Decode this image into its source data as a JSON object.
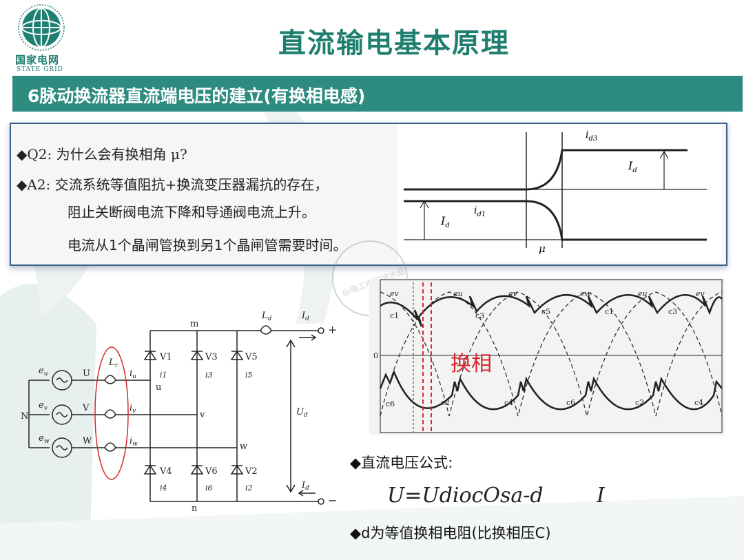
{
  "header": {
    "logo_cn": "国家电网",
    "logo_en": "STATE GRID",
    "title": "直流输电基本原理"
  },
  "subtitle": "6脉动换流器直流端电压的建立(有换相电感)",
  "qa": {
    "q2": "◆Q2: 为什么会有换相角 μ?",
    "a2": "◆A2: 交流系统等值阻抗+换流变压器漏抗的存在，",
    "a2_line2": "阻止关断阀电流下降和导通阀电流上升。",
    "a2_line3": "电流从1个晶闸管换到另1个晶闸管需要时间。"
  },
  "commutation_diagram": {
    "labels": {
      "id3": "i",
      "id3_sub": "d3",
      "id1": "i",
      "id1_sub": "d1",
      "Id_right": "I",
      "Id_right_sub": "d",
      "Id_left": "I",
      "Id_left_sub": "d",
      "mu": "μ"
    }
  },
  "watermark": "@电工电气技术圈",
  "circuit": {
    "labels": {
      "eu": "e",
      "eu_sub": "u",
      "ev": "e",
      "ev_sub": "v",
      "ew": "e",
      "ew_sub": "w",
      "N": "N",
      "U": "U",
      "V": "V",
      "W": "W",
      "Lr": "L",
      "Lr_sub": "r",
      "iu": "i",
      "iu_sub": "u",
      "iv": "i",
      "iv_sub": "v",
      "iw": "i",
      "iw_sub": "w",
      "m": "m",
      "n": "n",
      "u": "u",
      "v": "v",
      "w": "w",
      "V1": "V1",
      "V3": "V3",
      "V5": "V5",
      "V4": "V4",
      "V6": "V6",
      "V2": "V2",
      "i1": "i1",
      "i3": "i3",
      "i5": "i5",
      "i4": "i4",
      "i6": "i6",
      "i2": "i2",
      "Ld": "L",
      "Ld_sub": "d",
      "Id": "I",
      "Id_sub": "d",
      "Ud": "U",
      "Ud_sub": "d",
      "plus": "+",
      "minus": "−"
    }
  },
  "waveform": {
    "top_labels": [
      "ev",
      "eu",
      "ev",
      "ew",
      "eu",
      "ev"
    ],
    "top_commutation": [
      "c1",
      "c3",
      "c5",
      "c1",
      "c3"
    ],
    "bottom_commutation": [
      "c6",
      "c2",
      "c4",
      "c6",
      "c2",
      "c4"
    ],
    "zero": "0",
    "commutation_label": "换相"
  },
  "formula": {
    "heading": "◆直流电压公式:",
    "expression": "U=UdiocOsa-d",
    "expression_tail": "I",
    "note": "◆d为等值换相电阻(比换相压C)"
  },
  "colors": {
    "brand": "#1f7f6e",
    "bar": "#2e8b80",
    "box_border": "#3a5f8a",
    "highlight": "#d9262c"
  }
}
